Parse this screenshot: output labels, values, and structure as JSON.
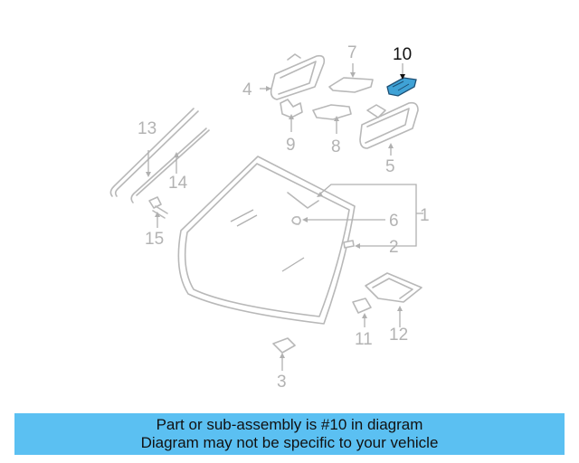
{
  "diagram": {
    "callouts": [
      "1",
      "2",
      "3",
      "4",
      "5",
      "6",
      "7",
      "8",
      "9",
      "10",
      "11",
      "12",
      "13",
      "14",
      "15"
    ],
    "highlighted": "10",
    "highlight_color": "#3fa2d6"
  },
  "banner": {
    "line1": "Part or sub-assembly is #10 in diagram",
    "line2": "Diagram may not be specific to your vehicle",
    "color": "#5bc0f2"
  }
}
